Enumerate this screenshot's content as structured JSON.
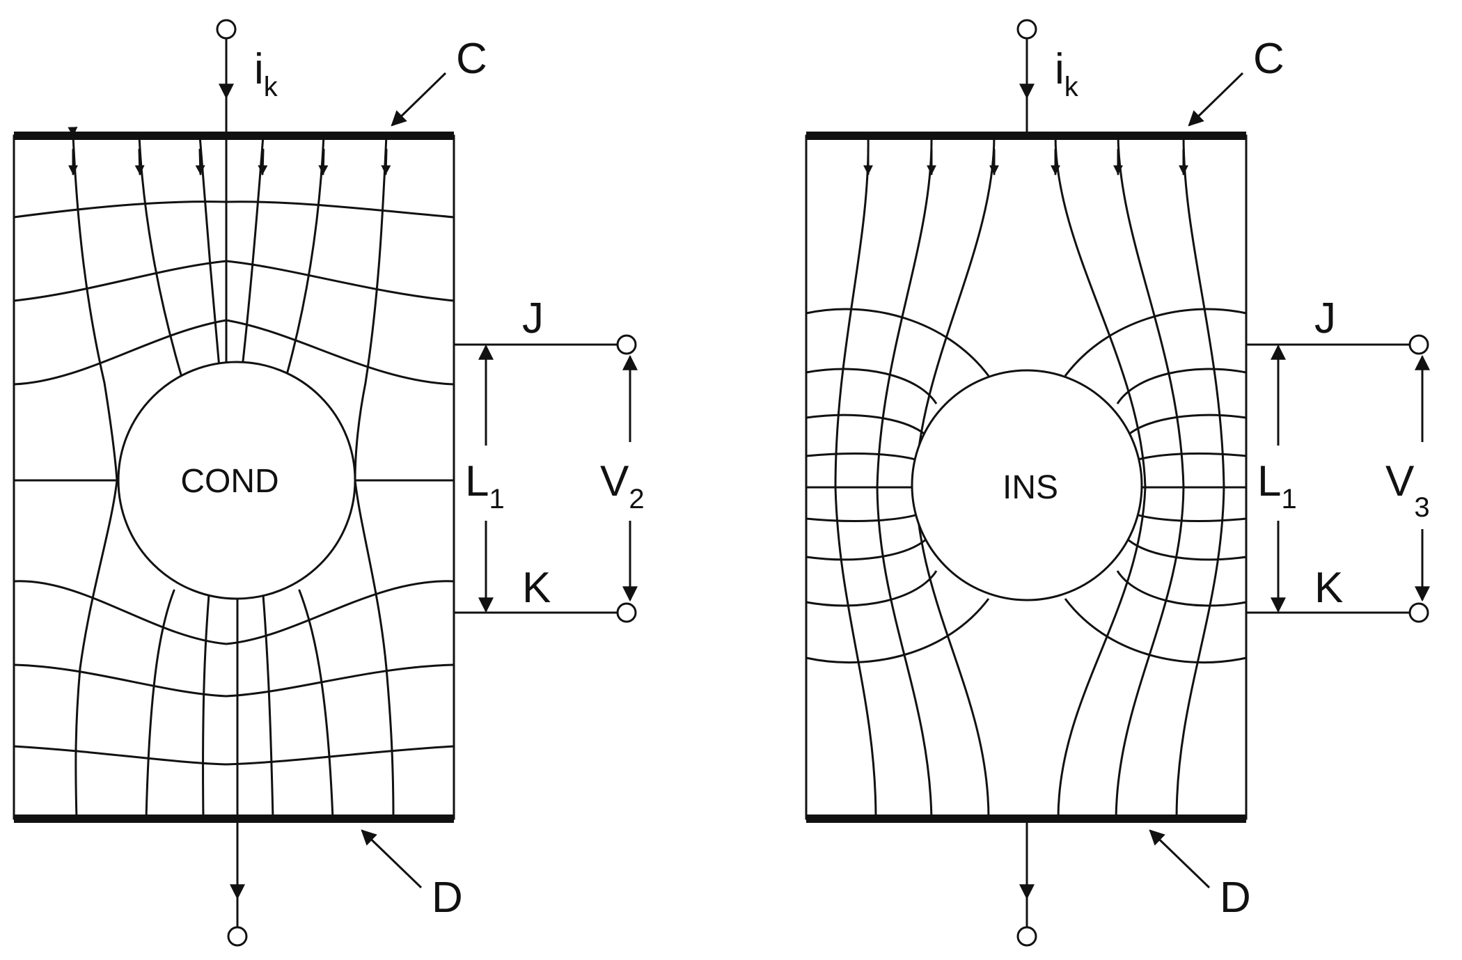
{
  "left_panel": {
    "current_label": "i",
    "current_sub": "k",
    "top_electrode": "C",
    "bottom_electrode": "D",
    "object_label": "COND",
    "upper_probe": "J",
    "lower_probe": "K",
    "length_label": "L",
    "length_sub": "1",
    "voltage_label": "V",
    "voltage_sub": "2"
  },
  "right_panel": {
    "current_label": "i",
    "current_sub": "k",
    "top_electrode": "C",
    "bottom_electrode": "D",
    "object_label": "INS",
    "upper_probe": "J",
    "lower_probe": "K",
    "length_label": "L",
    "length_sub": "1",
    "voltage_label": "V",
    "voltage_sub": "3"
  }
}
